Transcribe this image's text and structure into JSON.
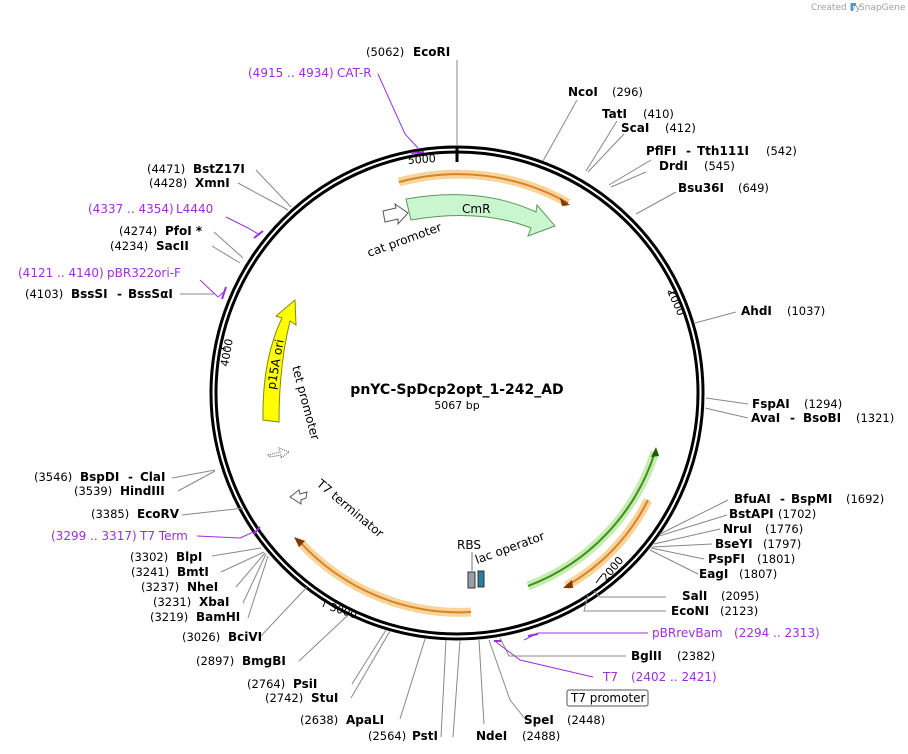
{
  "credit": {
    "created_by": "Created by",
    "brand": "SnapGene"
  },
  "plasmid": {
    "name": "pnYC-SpDcp2opt_1-242_AD",
    "length": "5067 bp"
  },
  "colors": {
    "primer": "#9b30d9",
    "orange": "#f2a33b",
    "green": "#69c43a",
    "cmr": "#c9f5cf",
    "ori": "#ffff00"
  },
  "ticks": [
    "1000",
    "2000",
    "3000",
    "4000",
    "5000"
  ],
  "features": {
    "cmr": "CmR",
    "cat_promoter": "cat promoter",
    "p15a_ori": "p15A ori",
    "tet_promoter": "tet promoter",
    "t7_terminator": "T7 terminator",
    "rbs": "RBS",
    "lac_operator": "lac operator",
    "t7_promoter": "T7 promoter"
  },
  "sites": {
    "ecori": {
      "name": "EcoRI",
      "pos": "(5062)"
    },
    "ncoi": {
      "name": "NcoI",
      "pos": "(296)"
    },
    "tati": {
      "name": "TatI",
      "pos": "(410)"
    },
    "scai": {
      "name": "ScaI",
      "pos": "(412)"
    },
    "pflfi": {
      "name": "PflFI",
      "sep": "-",
      "name2": "Tth111I",
      "pos": "(542)"
    },
    "drdi": {
      "name": "DrdI",
      "pos": "(545)"
    },
    "bsu36i": {
      "name": "Bsu36I",
      "pos": "(649)"
    },
    "ahdi": {
      "name": "AhdI",
      "pos": "(1037)"
    },
    "fspai": {
      "name": "FspAI",
      "pos": "(1294)"
    },
    "avai": {
      "name": "AvaI",
      "sep": "-",
      "name2": "BsoBI",
      "pos": "(1321)"
    },
    "bfuai": {
      "name": "BfuAI",
      "sep": "-",
      "name2": "BspMI",
      "pos": "(1692)"
    },
    "bstapi": {
      "name": "BstAPI",
      "pos": "(1702)"
    },
    "nrui": {
      "name": "NruI",
      "pos": "(1776)"
    },
    "bseyi": {
      "name": "BseYI",
      "pos": "(1797)"
    },
    "pspfi": {
      "name": "PspFI",
      "pos": "(1801)"
    },
    "eagi": {
      "name": "EagI",
      "pos": "(1807)"
    },
    "sali": {
      "name": "SalI",
      "pos": "(2095)"
    },
    "econi": {
      "name": "EcoNI",
      "pos": "(2123)"
    },
    "bglii": {
      "name": "BglII",
      "pos": "(2382)"
    },
    "spei": {
      "name": "SpeI",
      "pos": "(2448)"
    },
    "ndei": {
      "name": "NdeI",
      "pos": "(2488)"
    },
    "psti": {
      "name": "PstI",
      "pos": "(2564)"
    },
    "apali": {
      "name": "ApaLI",
      "pos": "(2638)"
    },
    "stui": {
      "name": "StuI",
      "pos": "(2742)"
    },
    "psii": {
      "name": "PsiI",
      "pos": "(2764)"
    },
    "bmgbi": {
      "name": "BmgBI",
      "pos": "(2897)"
    },
    "bcivi": {
      "name": "BciVI",
      "pos": "(3026)"
    },
    "bamhi": {
      "name": "BamHI",
      "pos": "(3219)"
    },
    "xbai": {
      "name": "XbaI",
      "pos": "(3231)"
    },
    "nhei": {
      "name": "NheI",
      "pos": "(3237)"
    },
    "bmti": {
      "name": "BmtI",
      "pos": "(3241)"
    },
    "blpi": {
      "name": "BlpI",
      "pos": "(3302)"
    },
    "ecorv": {
      "name": "EcoRV",
      "pos": "(3385)"
    },
    "hindiii": {
      "name": "HindIII",
      "pos": "(3539)"
    },
    "bspdi": {
      "name": "BspDI",
      "sep": "-",
      "name2": "ClaI",
      "pos": "(3546)"
    },
    "bsssi": {
      "name": "BssSI",
      "sep": "-",
      "name2": "BssSαI",
      "pos": "(4103)"
    },
    "sacii": {
      "name": "SacII",
      "pos": "(4234)"
    },
    "pfoi": {
      "name": "PfoI *",
      "pos": "(4274)"
    },
    "xmni": {
      "name": "XmnI",
      "pos": "(4428)"
    },
    "bstz17i": {
      "name": "BstZ17I",
      "pos": "(4471)"
    }
  },
  "primers": {
    "cat_r": {
      "range": "(4915 .. 4934)",
      "name": "CAT-R"
    },
    "l4440": {
      "range": "(4337 .. 4354)",
      "name": "L4440"
    },
    "pbr322ori_f": {
      "range": "(4121 .. 4140)",
      "name": "pBR322ori-F"
    },
    "t7_term": {
      "range": "(3299 .. 3317)",
      "name": "T7 Term"
    },
    "pbrrevbam": {
      "name": "pBRrevBam",
      "range": "(2294 .. 2313)"
    },
    "t7": {
      "name": "T7",
      "range": "(2402 .. 2421)"
    }
  }
}
